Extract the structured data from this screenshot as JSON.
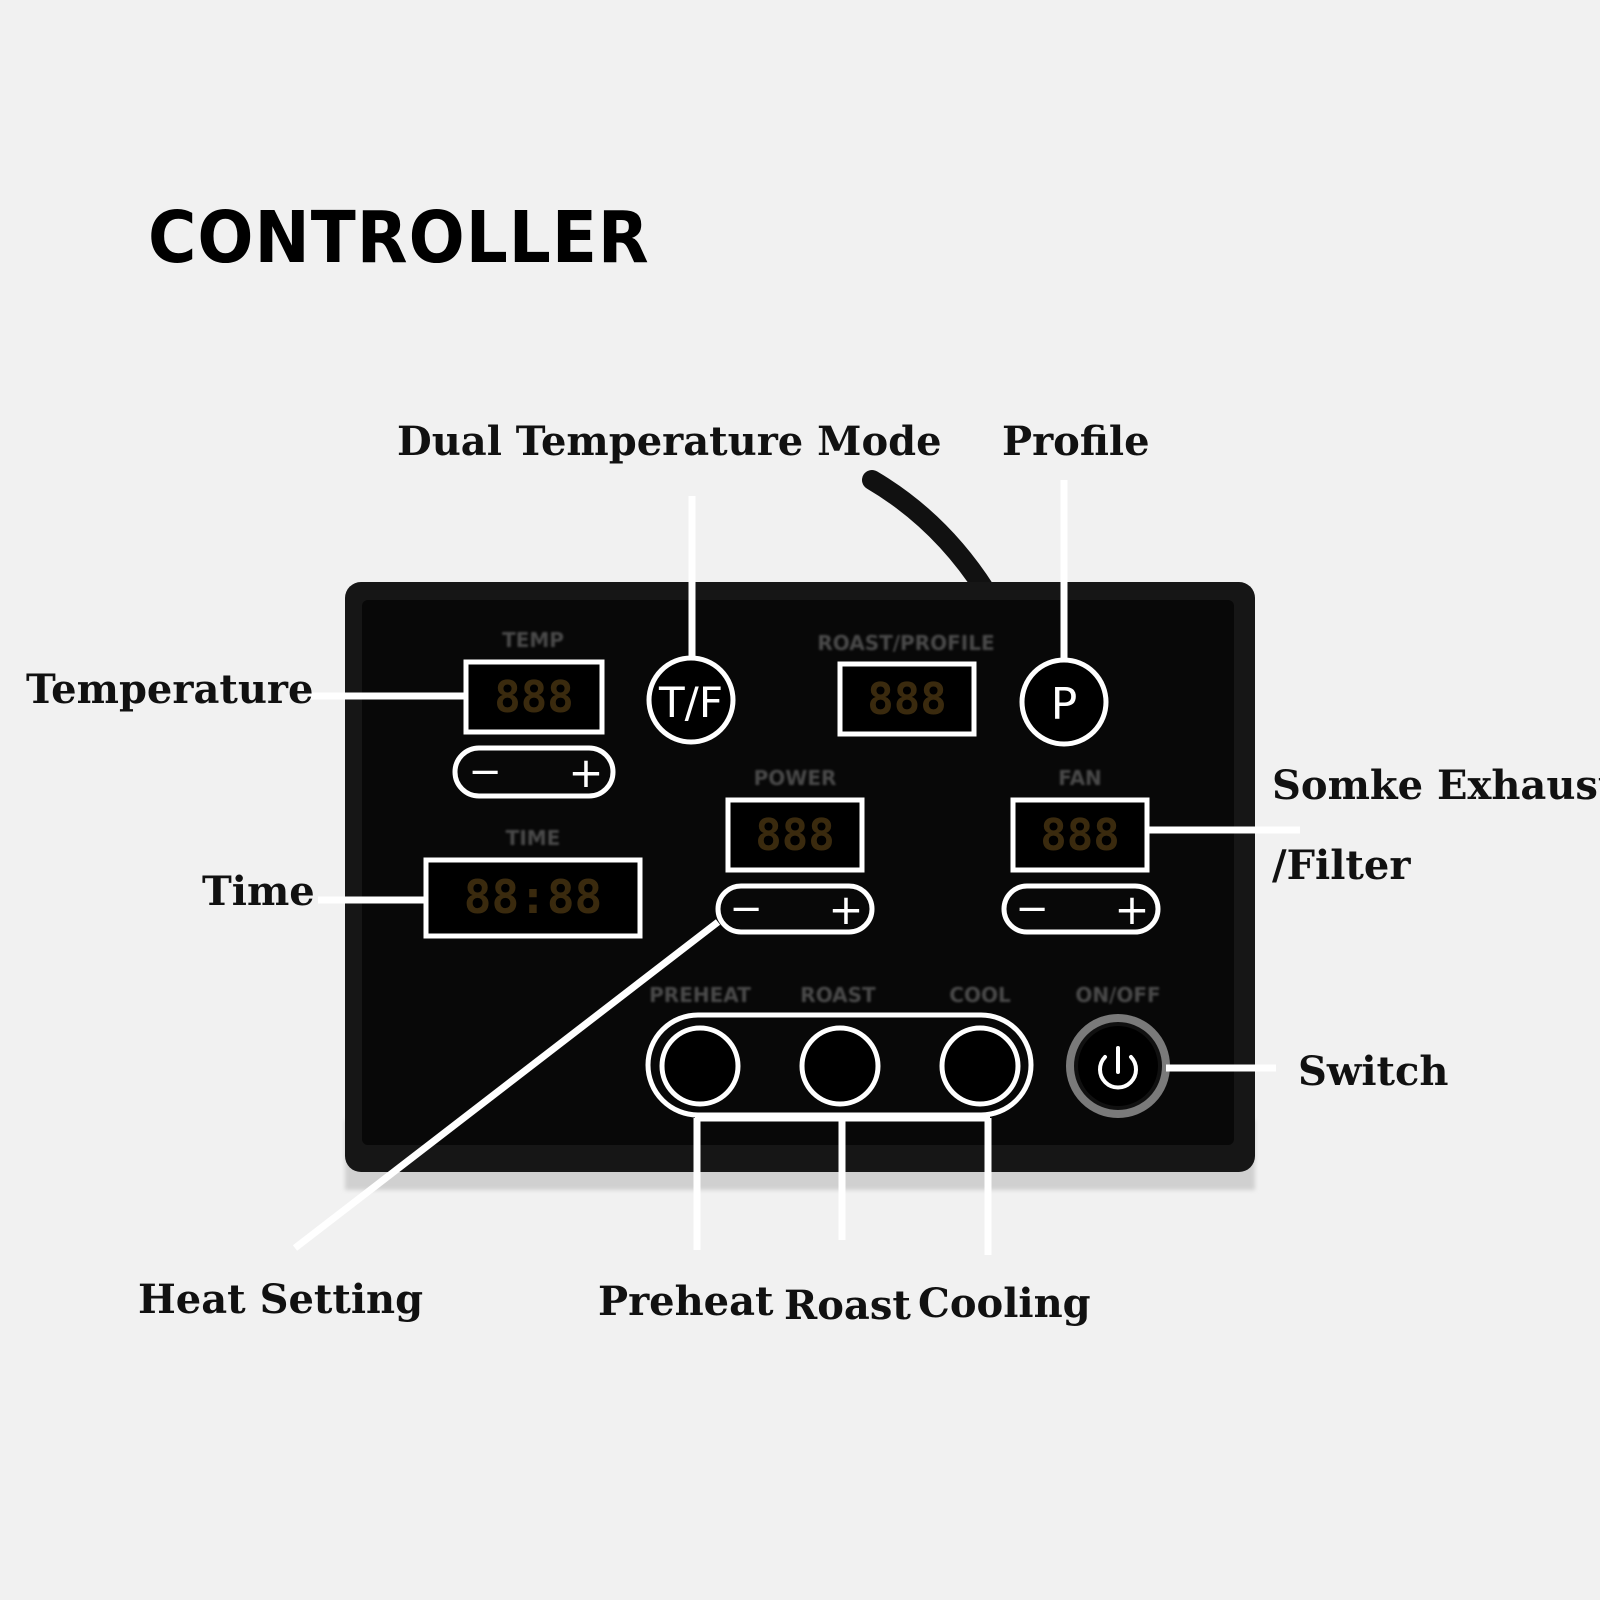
{
  "title": "CONTROLLER",
  "callouts": {
    "dual_temperature_mode": "Dual Temperature Mode",
    "profile": "Profile",
    "temperature": "Temperature",
    "time": "Time",
    "smoke_exhaust_line1": "Somke Exhaust",
    "smoke_exhaust_line2": "/Filter",
    "switch": "Switch",
    "heat_setting": "Heat Setting",
    "preheat": "Preheat",
    "roast": "Roast",
    "cooling": "Cooling"
  },
  "panel": {
    "temp_label": "TEMP",
    "time_label": "TIME",
    "roast_profile_label": "ROAST/PROFILE",
    "power_label": "POWER",
    "fan_label": "FAN",
    "preheat_label": "PREHEAT",
    "roast_label": "ROAST",
    "cool_label": "COOL",
    "onoff_label": "ON/OFF",
    "temp_display": "888",
    "profile_display": "888",
    "power_display": "888",
    "fan_display": "888",
    "time_display": "88:88",
    "tf_button": "T/F",
    "p_button": "P",
    "minus": "−",
    "plus": "+"
  },
  "colors": {
    "background": "#f1f1f1",
    "panel": "#0b0b0b",
    "outline": "#ffffff",
    "segment_unlit": "#3a2a0e",
    "callout_text": "#111111"
  }
}
